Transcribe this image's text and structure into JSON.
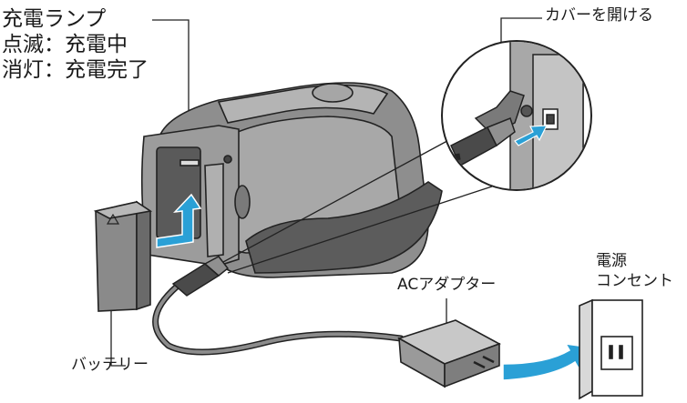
{
  "labels": {
    "charge_lamp": "充電ランプ",
    "blinking": "点滅：充電中",
    "off": "消灯：充電完了",
    "open_cover": "カバーを開ける",
    "ac_adapter": "ACアダプター",
    "outlet_line1": "電源",
    "outlet_line2": "コンセント",
    "battery": "バッテリー"
  },
  "colors": {
    "arrow": "#2aa0d6",
    "body_dark": "#6e6e6e",
    "body_mid": "#9a9a9a",
    "body_light": "#c8c8c8",
    "outline": "#222222"
  }
}
